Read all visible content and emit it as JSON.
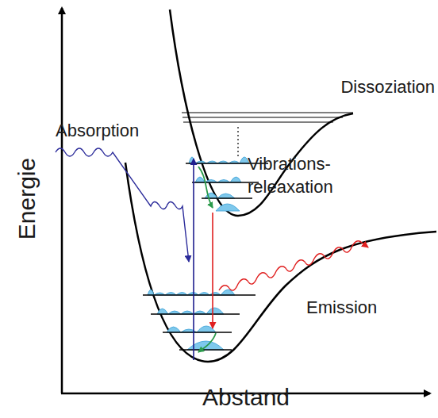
{
  "diagram": {
    "labels": [
      "Dissoziation",
      "Absorption",
      "Vibrations- releaxation",
      "Emission",
      "Energie",
      "Abstand"
    ]
  }
}
